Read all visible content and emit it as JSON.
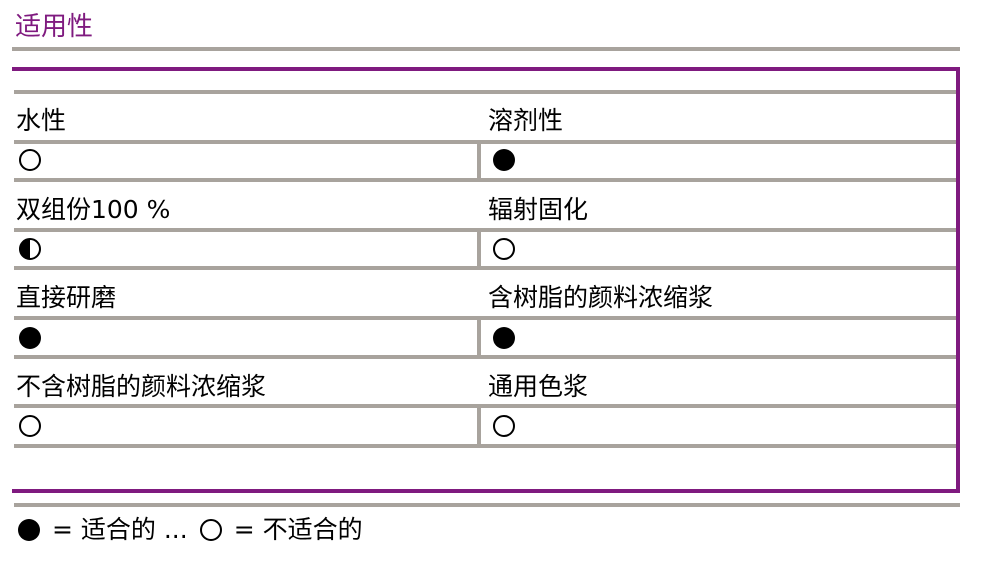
{
  "title": "适用性",
  "colors": {
    "accent": "#7f1a7f",
    "rule": "#a8a39d",
    "text": "#000000"
  },
  "rows": [
    {
      "left": {
        "label": "水性",
        "rating": "not-suitable"
      },
      "right": {
        "label": "溶剂性",
        "rating": "suitable"
      }
    },
    {
      "left": {
        "label": "双组份100 %",
        "rating": "partially-suitable"
      },
      "right": {
        "label": "辐射固化",
        "rating": "not-suitable"
      }
    },
    {
      "left": {
        "label": "直接研磨",
        "rating": "suitable"
      },
      "right": {
        "label": "含树脂的颜料浓缩浆",
        "rating": "suitable"
      }
    },
    {
      "left": {
        "label": "不含树脂的颜料浓缩浆",
        "rating": "not-suitable"
      },
      "right": {
        "label": "通用色浆",
        "rating": "not-suitable"
      }
    }
  ],
  "legend": {
    "suitable_symbol": "filled-circle-icon",
    "suitable_text": "= 适合的 ...",
    "not_suitable_symbol": "open-circle-icon",
    "not_suitable_text": "= 不适合的"
  }
}
